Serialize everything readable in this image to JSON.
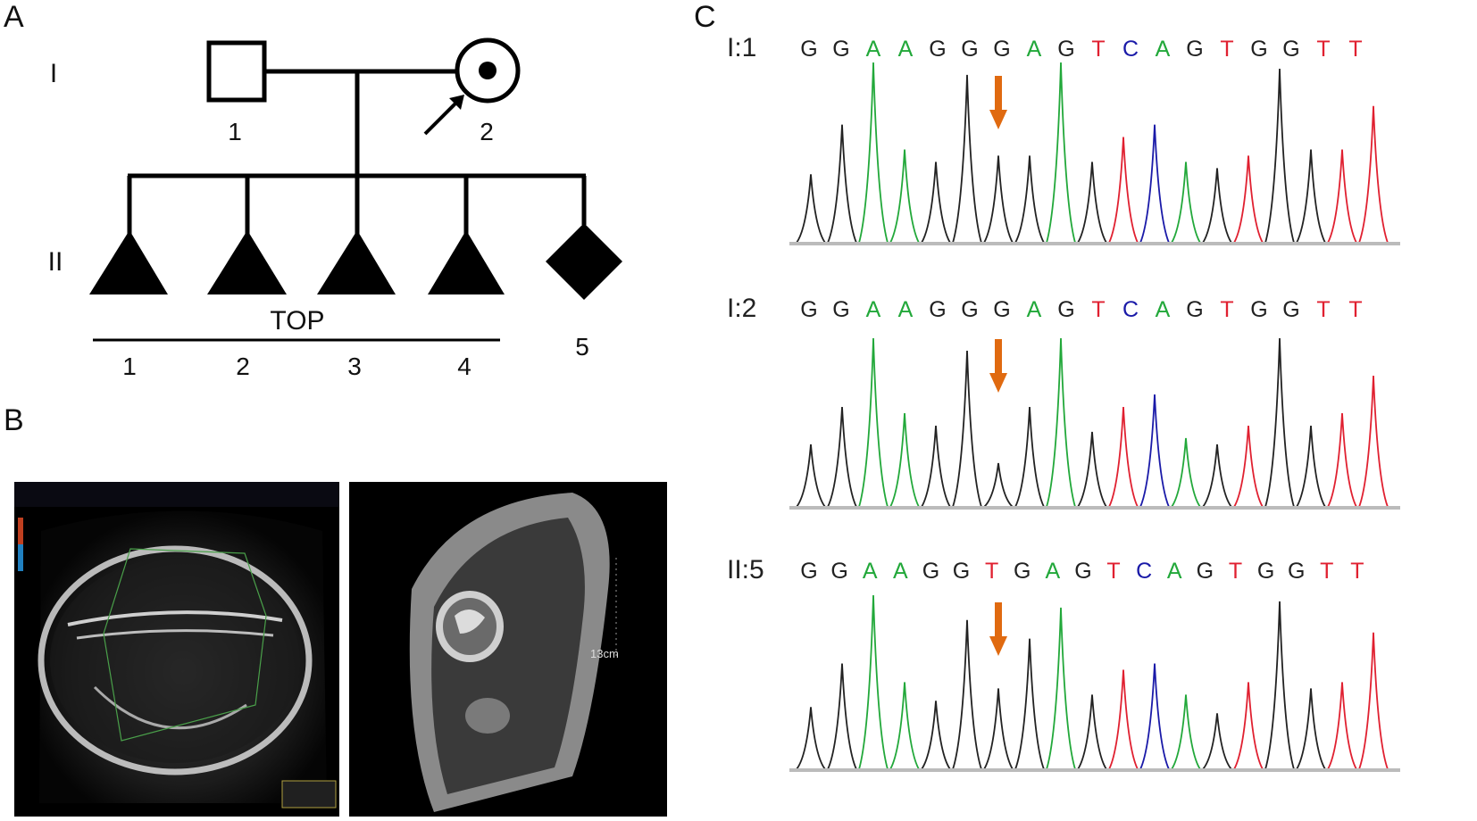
{
  "panels": {
    "a": "A",
    "b": "B",
    "c": "C"
  },
  "pedigree": {
    "generations": [
      "I",
      "II"
    ],
    "gen1_numbers": [
      "1",
      "2"
    ],
    "gen2_numbers": [
      "1",
      "2",
      "3",
      "4",
      "5"
    ],
    "top_label": "TOP"
  },
  "imaging": {
    "mri_scale_label": "13cm"
  },
  "chromatograms": [
    {
      "label": "I:1",
      "bases": [
        "G",
        "G",
        "A",
        "A",
        "G",
        "G",
        "G",
        "A",
        "G",
        "T",
        "C",
        "A",
        "G",
        "T",
        "G",
        "G",
        "T",
        "T"
      ],
      "peaks": [
        0.55,
        0.95,
        1.45,
        0.75,
        0.65,
        1.35,
        0.7,
        0.7,
        1.45,
        0.65,
        0.85,
        0.95,
        0.65,
        0.6,
        0.7,
        1.4,
        0.75,
        0.75,
        1.1
      ],
      "arrow_index": 6
    },
    {
      "label": "I:2",
      "bases": [
        "G",
        "G",
        "A",
        "A",
        "G",
        "G",
        "G",
        "A",
        "G",
        "T",
        "C",
        "A",
        "G",
        "T",
        "G",
        "G",
        "T",
        "T"
      ],
      "peaks": [
        0.5,
        0.8,
        1.35,
        0.75,
        0.65,
        1.25,
        0.35,
        0.8,
        1.35,
        0.6,
        0.8,
        0.9,
        0.55,
        0.5,
        0.65,
        1.35,
        0.65,
        0.75,
        1.05
      ],
      "arrow_index": 6
    },
    {
      "label": "II:5",
      "bases": [
        "G",
        "G",
        "A",
        "A",
        "G",
        "G",
        "T",
        "G",
        "A",
        "G",
        "T",
        "C",
        "A",
        "G",
        "T",
        "G",
        "G",
        "T",
        "T"
      ],
      "peaks": [
        0.5,
        0.85,
        1.4,
        0.7,
        0.55,
        1.2,
        0.65,
        1.05,
        1.3,
        0.6,
        0.8,
        0.85,
        0.6,
        0.45,
        0.7,
        1.35,
        0.65,
        0.7,
        1.1
      ],
      "arrow_index": 6
    }
  ],
  "colors": {
    "A": "#22a83a",
    "C": "#1a1aa8",
    "G": "#222222",
    "T": "#e02030",
    "arrow": "#e06a10"
  }
}
